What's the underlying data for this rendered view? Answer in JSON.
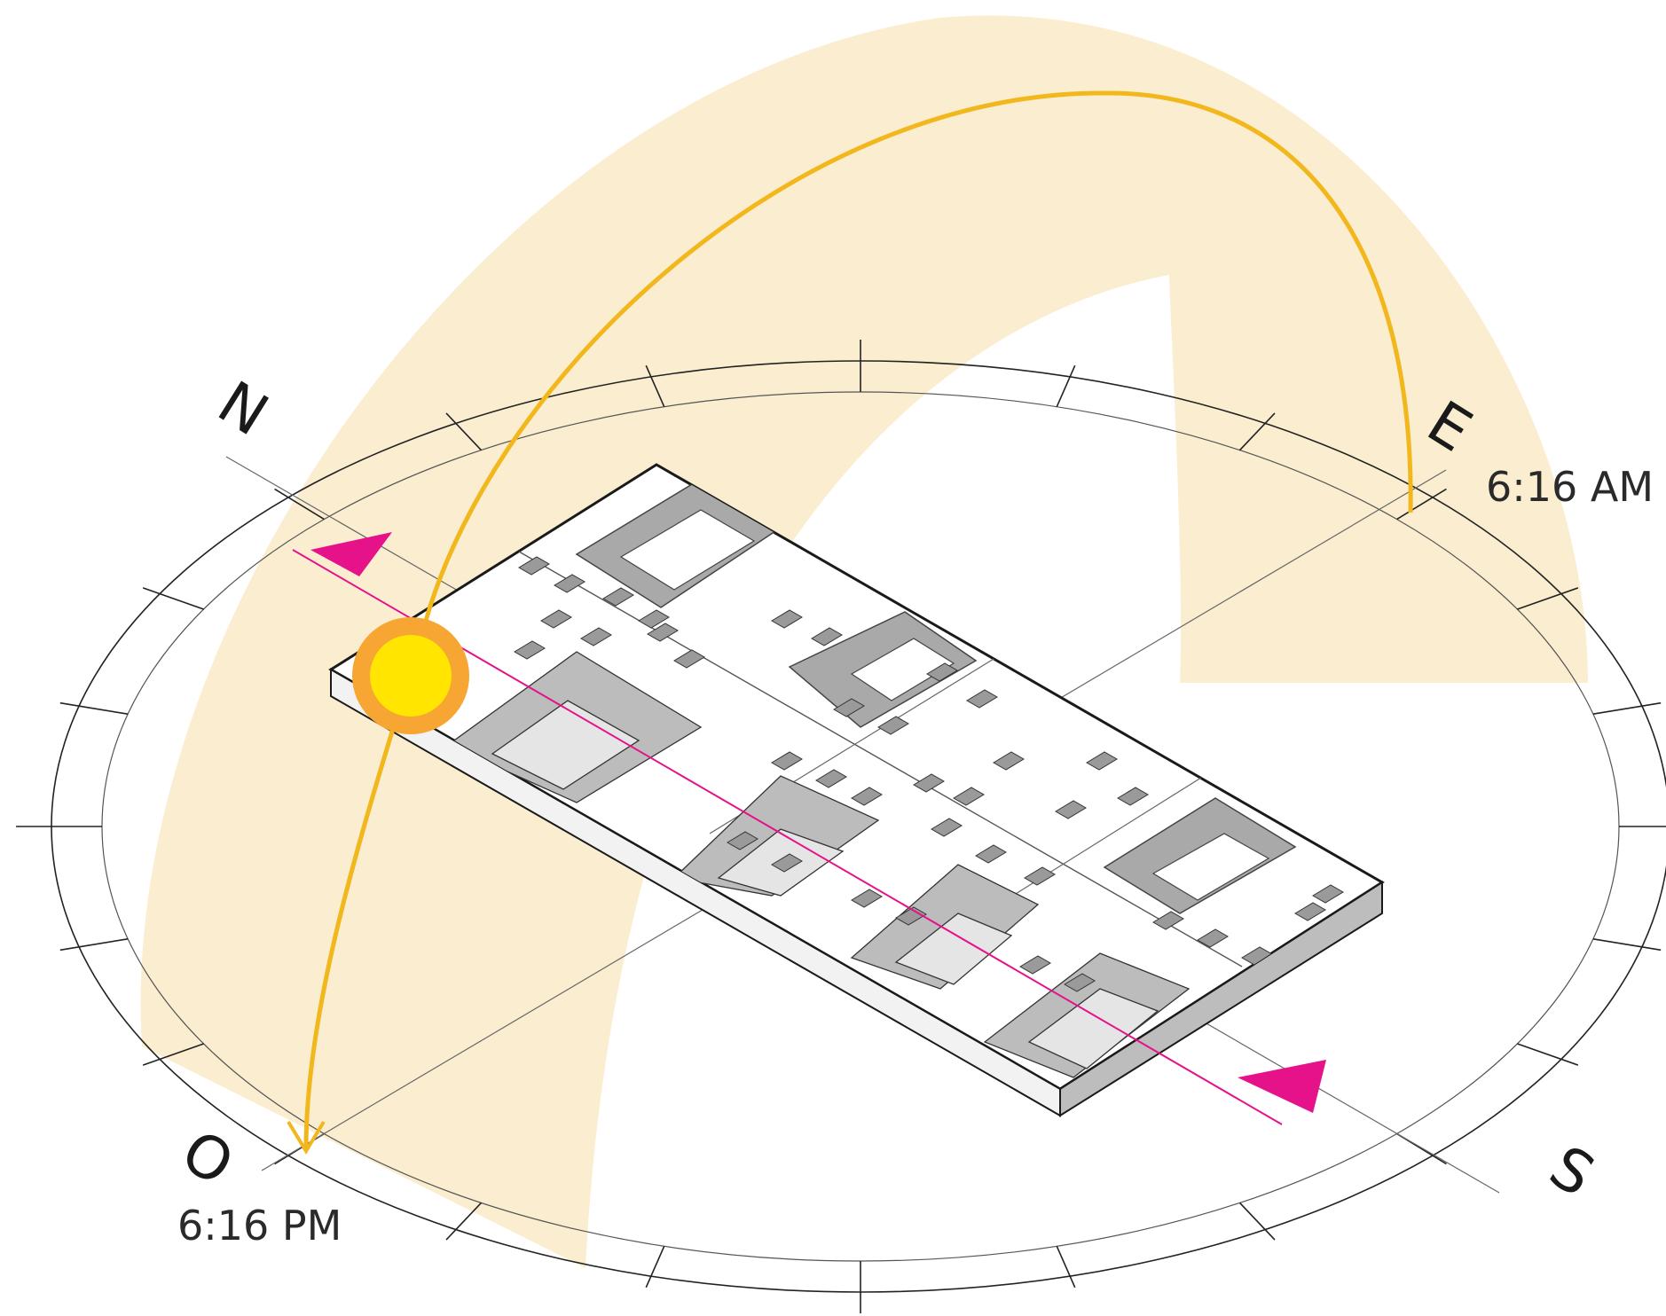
{
  "diagram": {
    "compass": {
      "north": "N",
      "east": "E",
      "south": "S",
      "west": "O"
    },
    "times": {
      "sunrise": "6:16 AM",
      "sunset": "6:16 PM"
    },
    "colors": {
      "sun_band": "#fbeed0",
      "sun_path": "#f1b71c",
      "sun_core": "#ffe500",
      "sun_ring": "#f7a533",
      "axis_accent": "#e5128a",
      "building_line": "#1a1a1a",
      "building_shade": "#9a9a9a"
    },
    "icons": {
      "sun": "sun-icon",
      "axis_arrows": "triangle-arrow-icon"
    }
  }
}
